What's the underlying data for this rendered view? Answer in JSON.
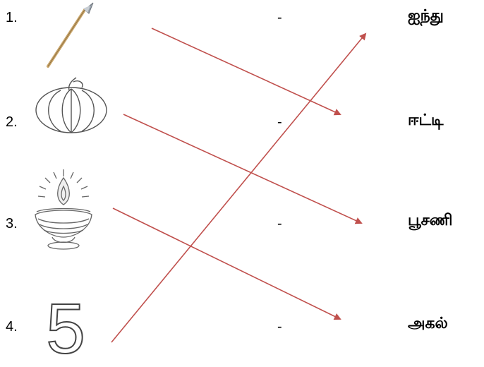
{
  "rows": [
    {
      "number": "1.",
      "picture": "spear-icon",
      "dash": "-",
      "word": "ஐந்து"
    },
    {
      "number": "2.",
      "picture": "pumpkin-icon",
      "dash": "-",
      "word": "ஈட்டி"
    },
    {
      "number": "3.",
      "picture": "oil-lamp-icon",
      "dash": "-",
      "word": "பூசணி"
    },
    {
      "number": "4.",
      "picture": "number-five-icon",
      "dash": "-",
      "word": "அகல்"
    }
  ],
  "five_glyph": "5",
  "matches": [
    {
      "from_row": 1,
      "to_row": 2
    },
    {
      "from_row": 2,
      "to_row": 3
    },
    {
      "from_row": 3,
      "to_row": 4
    },
    {
      "from_row": 4,
      "to_row": 1
    }
  ],
  "arrow_color": "#c0504d"
}
